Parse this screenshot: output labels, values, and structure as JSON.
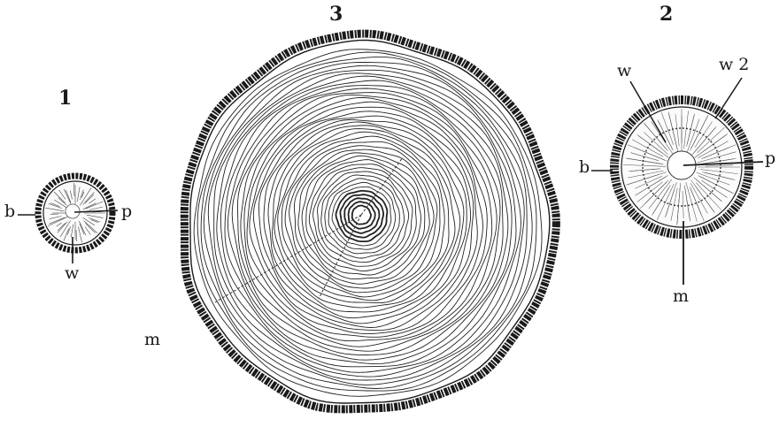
{
  "figures": [
    {
      "number": "1",
      "labels": {
        "bark": "b",
        "pith": "p",
        "wood": "w"
      }
    },
    {
      "number": "2",
      "labels": {
        "bark": "b",
        "pith": "p",
        "wood": "w",
        "wood_second": "w 2",
        "medullary_ray": "m"
      }
    },
    {
      "number": "3",
      "labels": {
        "medullary_ray": "m"
      }
    }
  ],
  "colors": {
    "ink": "#1a1a1a",
    "paper": "#ffffff"
  }
}
